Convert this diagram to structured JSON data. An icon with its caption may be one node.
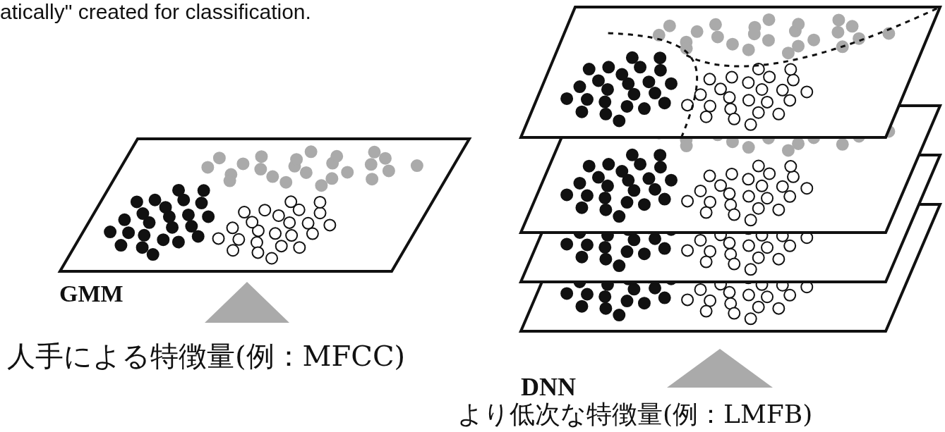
{
  "diagram": {
    "labels": [
      "atically\" created for classification.",
      "GMM",
      "人手による特徴量(例：MFCC)",
      "DNN",
      "より低次な特徴量(例：LMFB)"
    ]
  }
}
